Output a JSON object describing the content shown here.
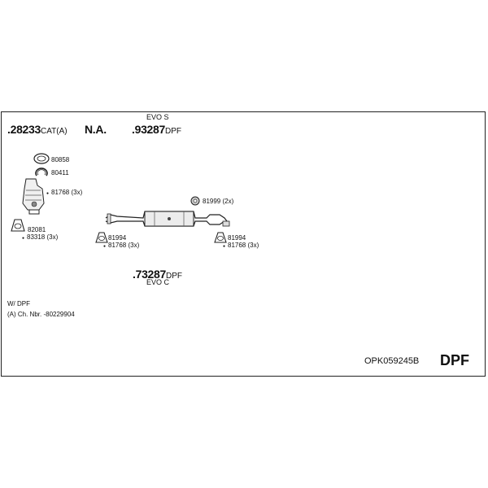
{
  "header": {
    "variant_top": "EVO S",
    "variant_bottom": "EVO C"
  },
  "assemblies": {
    "catalyst": {
      "number": ".28233",
      "suffix": "CAT(A)"
    },
    "na": "N.A.",
    "dpf_top": {
      "number": ".93287",
      "suffix": "DPF"
    },
    "dpf_bottom": {
      "number": ".73287",
      "suffix": "DPF"
    }
  },
  "parts": {
    "p80858": "80858",
    "p80411": "80411",
    "p81768_cat": "81768 (3x)",
    "p82081": "82081",
    "p83318": "83318 (3x)",
    "p81999": "81999 (2x)",
    "p81994_left": "81994",
    "p81768_left": "81768 (3x)",
    "p81994_right": "81994",
    "p81768_right": "81768 (3x)"
  },
  "notes": {
    "line1": "W/ DPF",
    "line2": "(A) Ch. Nbr. -80229904"
  },
  "footer": {
    "code": "OPK059245B",
    "type": "DPF"
  }
}
